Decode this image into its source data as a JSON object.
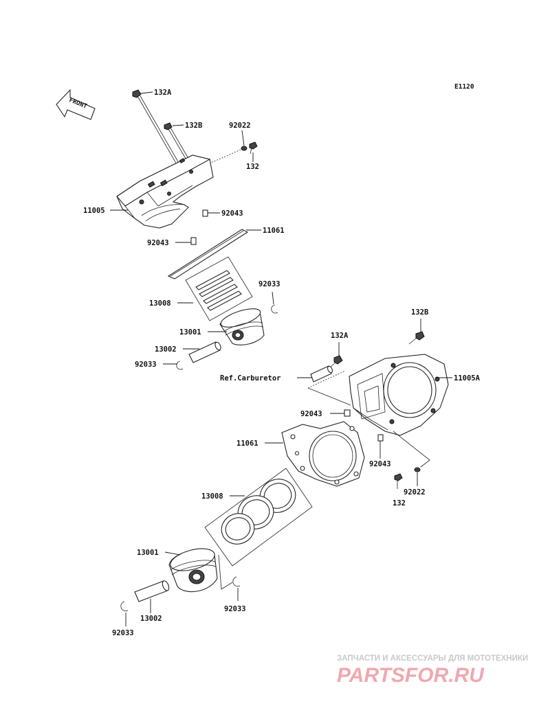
{
  "diagram_code": "E1120",
  "front_label": "FRONT",
  "labels": {
    "l132A_top": "132A",
    "l132B_top": "132B",
    "l92022_top": "92022",
    "l132_top": "132",
    "l11005": "11005",
    "l92043_top_r": "92043",
    "l11061_top": "11061",
    "l92043_top_l": "92043",
    "l92033_top_r": "92033",
    "l13008_top": "13008",
    "l13001_top": "13001",
    "l13002_top": "13002",
    "l92033_top_l": "92033",
    "l132B_rear": "132B",
    "l132A_rear": "132A",
    "ref_carb": "Ref.Carburetor",
    "l11005A": "11005A",
    "l92043_rear_l": "92043",
    "l11061_rear": "11061",
    "l92043_rear_r": "92043",
    "l92022_rear": "92022",
    "l132_rear": "132",
    "l13008_rear": "13008",
    "l13001_rear": "13001",
    "l92033_rear_r": "92033",
    "l13002_rear": "13002",
    "l92033_rear_l": "92033"
  },
  "watermark": {
    "tagline": "ЗАПЧАСТИ И АКСЕССУАРЫ ДЛЯ МОТОТЕХНИКИ",
    "logo": "PARTSFOR.RU"
  }
}
